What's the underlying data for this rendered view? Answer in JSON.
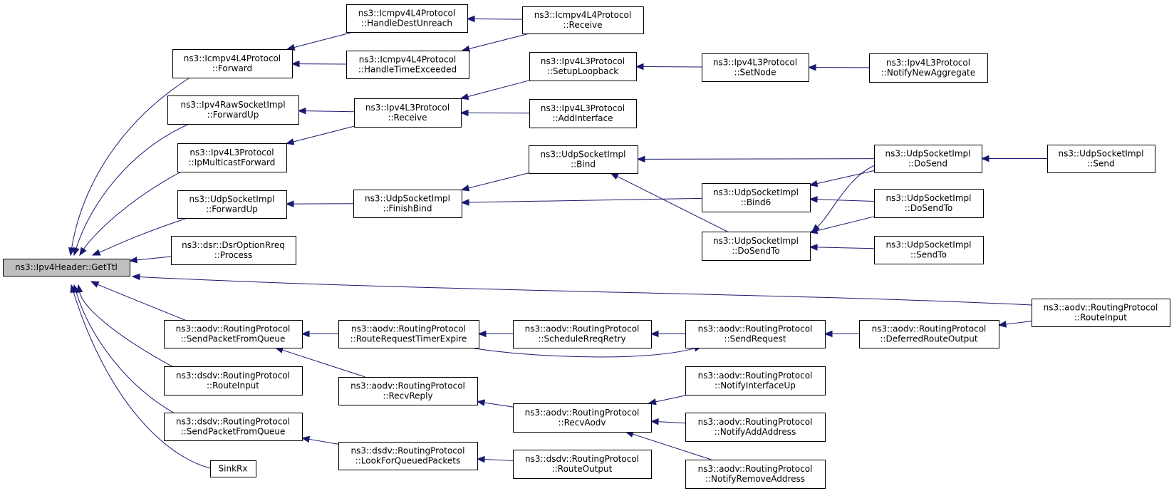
{
  "graph": {
    "nodes": [
      {
        "id": "root",
        "lines": [
          "ns3::Ipv4Header::GetTtl"
        ],
        "root": true
      },
      {
        "id": "icmpForward",
        "lines": [
          "ns3::Icmpv4L4Protocol",
          "::Forward"
        ]
      },
      {
        "id": "icmpDestUnreach",
        "lines": [
          "ns3::Icmpv4L4Protocol",
          "::HandleDestUnreach"
        ]
      },
      {
        "id": "icmpTimeExceeded",
        "lines": [
          "ns3::Icmpv4L4Protocol",
          "::HandleTimeExceeded"
        ]
      },
      {
        "id": "icmpReceive",
        "lines": [
          "ns3::Icmpv4L4Protocol",
          "::Receive"
        ]
      },
      {
        "id": "rawForwardUp",
        "lines": [
          "ns3::Ipv4RawSocketImpl",
          "::ForwardUp"
        ]
      },
      {
        "id": "l3Receive",
        "lines": [
          "ns3::Ipv4L3Protocol",
          "::Receive"
        ]
      },
      {
        "id": "l3SetupLoopback",
        "lines": [
          "ns3::Ipv4L3Protocol",
          "::SetupLoopback"
        ]
      },
      {
        "id": "l3AddInterface",
        "lines": [
          "ns3::Ipv4L3Protocol",
          "::AddInterface"
        ]
      },
      {
        "id": "l3SetNode",
        "lines": [
          "ns3::Ipv4L3Protocol",
          "::SetNode"
        ]
      },
      {
        "id": "l3NotifyNewAggregate",
        "lines": [
          "ns3::Ipv4L3Protocol",
          "::NotifyNewAggregate"
        ]
      },
      {
        "id": "l3IpMulticastForward",
        "lines": [
          "ns3::Ipv4L3Protocol",
          "::IpMulticastForward"
        ]
      },
      {
        "id": "udpForwardUp",
        "lines": [
          "ns3::UdpSocketImpl",
          "::ForwardUp"
        ]
      },
      {
        "id": "udpFinishBind",
        "lines": [
          "ns3::UdpSocketImpl",
          "::FinishBind"
        ]
      },
      {
        "id": "udpBind",
        "lines": [
          "ns3::UdpSocketImpl",
          "::Bind"
        ]
      },
      {
        "id": "udpBind6",
        "lines": [
          "ns3::UdpSocketImpl",
          "::Bind6"
        ]
      },
      {
        "id": "udpDoSendToMid",
        "lines": [
          "ns3::UdpSocketImpl",
          "::DoSendTo"
        ]
      },
      {
        "id": "udpDoSend",
        "lines": [
          "ns3::UdpSocketImpl",
          "::DoSend"
        ]
      },
      {
        "id": "udpDoSendToRight",
        "lines": [
          "ns3::UdpSocketImpl",
          "::DoSendTo"
        ]
      },
      {
        "id": "udpSendTo",
        "lines": [
          "ns3::UdpSocketImpl",
          "::SendTo"
        ]
      },
      {
        "id": "udpSend",
        "lines": [
          "ns3::UdpSocketImpl",
          "::Send"
        ]
      },
      {
        "id": "dsrProcess",
        "lines": [
          "ns3::dsr::DsrOptionRreq",
          "::Process"
        ]
      },
      {
        "id": "aodvRouteInput",
        "lines": [
          "ns3::aodv::RoutingProtocol",
          "::RouteInput"
        ]
      },
      {
        "id": "aodvSendPacketFromQueue",
        "lines": [
          "ns3::aodv::RoutingProtocol",
          "::SendPacketFromQueue"
        ]
      },
      {
        "id": "aodvRouteRequestTimerExpire",
        "lines": [
          "ns3::aodv::RoutingProtocol",
          "::RouteRequestTimerExpire"
        ]
      },
      {
        "id": "aodvScheduleRreqRetry",
        "lines": [
          "ns3::aodv::RoutingProtocol",
          "::ScheduleRreqRetry"
        ]
      },
      {
        "id": "aodvSendRequest",
        "lines": [
          "ns3::aodv::RoutingProtocol",
          "::SendRequest"
        ]
      },
      {
        "id": "aodvDeferredRouteOutput",
        "lines": [
          "ns3::aodv::RoutingProtocol",
          "::DeferredRouteOutput"
        ]
      },
      {
        "id": "aodvRecvReply",
        "lines": [
          "ns3::aodv::RoutingProtocol",
          "::RecvReply"
        ]
      },
      {
        "id": "aodvRecvAodv",
        "lines": [
          "ns3::aodv::RoutingProtocol",
          "::RecvAodv"
        ]
      },
      {
        "id": "aodvNotifyInterfaceUp",
        "lines": [
          "ns3::aodv::RoutingProtocol",
          "::NotifyInterfaceUp"
        ]
      },
      {
        "id": "aodvNotifyAddAddress",
        "lines": [
          "ns3::aodv::RoutingProtocol",
          "::NotifyAddAddress"
        ]
      },
      {
        "id": "aodvNotifyRemoveAddress",
        "lines": [
          "ns3::aodv::RoutingProtocol",
          "::NotifyRemoveAddress"
        ]
      },
      {
        "id": "dsdvRouteInput",
        "lines": [
          "ns3::dsdv::RoutingProtocol",
          "::RouteInput"
        ]
      },
      {
        "id": "dsdvSendPacketFromQueue",
        "lines": [
          "ns3::dsdv::RoutingProtocol",
          "::SendPacketFromQueue"
        ]
      },
      {
        "id": "dsdvLookForQueuedPackets",
        "lines": [
          "ns3::dsdv::RoutingProtocol",
          "::LookForQueuedPackets"
        ]
      },
      {
        "id": "dsdvRouteOutput",
        "lines": [
          "ns3::dsdv::RoutingProtocol",
          "::RouteOutput"
        ]
      },
      {
        "id": "sinkRx",
        "lines": [
          "SinkRx"
        ]
      }
    ],
    "edges": [
      {
        "from": "icmpForward",
        "to": "root"
      },
      {
        "from": "rawForwardUp",
        "to": "root"
      },
      {
        "from": "l3IpMulticastForward",
        "to": "root"
      },
      {
        "from": "udpForwardUp",
        "to": "root"
      },
      {
        "from": "dsrProcess",
        "to": "root"
      },
      {
        "from": "aodvRouteInput",
        "to": "root"
      },
      {
        "from": "aodvSendPacketFromQueue",
        "to": "root"
      },
      {
        "from": "dsdvRouteInput",
        "to": "root"
      },
      {
        "from": "dsdvSendPacketFromQueue",
        "to": "root"
      },
      {
        "from": "sinkRx",
        "to": "root"
      },
      {
        "from": "icmpDestUnreach",
        "to": "icmpForward"
      },
      {
        "from": "icmpTimeExceeded",
        "to": "icmpForward"
      },
      {
        "from": "icmpReceive",
        "to": "icmpDestUnreach"
      },
      {
        "from": "icmpReceive",
        "to": "icmpTimeExceeded"
      },
      {
        "from": "l3Receive",
        "to": "rawForwardUp"
      },
      {
        "from": "l3Receive",
        "to": "l3IpMulticastForward"
      },
      {
        "from": "l3SetupLoopback",
        "to": "l3Receive"
      },
      {
        "from": "l3AddInterface",
        "to": "l3Receive"
      },
      {
        "from": "l3SetNode",
        "to": "l3SetupLoopback"
      },
      {
        "from": "l3NotifyNewAggregate",
        "to": "l3SetNode"
      },
      {
        "from": "udpFinishBind",
        "to": "udpForwardUp"
      },
      {
        "from": "udpBind",
        "to": "udpFinishBind"
      },
      {
        "from": "udpBind6",
        "to": "udpFinishBind"
      },
      {
        "from": "udpDoSendToMid",
        "to": "udpBind"
      },
      {
        "from": "udpDoSend",
        "to": "udpBind"
      },
      {
        "from": "udpDoSend",
        "to": "udpBind6"
      },
      {
        "from": "udpDoSendToRight",
        "to": "udpBind6"
      },
      {
        "from": "udpDoSend",
        "to": "udpDoSendToMid"
      },
      {
        "from": "udpDoSendToRight",
        "to": "udpDoSendToMid"
      },
      {
        "from": "udpSendTo",
        "to": "udpDoSendToMid"
      },
      {
        "from": "udpSend",
        "to": "udpDoSend"
      },
      {
        "from": "aodvRouteRequestTimerExpire",
        "to": "aodvSendPacketFromQueue"
      },
      {
        "from": "aodvRecvReply",
        "to": "aodvSendPacketFromQueue"
      },
      {
        "from": "aodvScheduleRreqRetry",
        "to": "aodvRouteRequestTimerExpire"
      },
      {
        "from": "aodvSendRequest",
        "to": "aodvScheduleRreqRetry"
      },
      {
        "from": "aodvRouteRequestTimerExpire",
        "to": "aodvSendRequest"
      },
      {
        "from": "aodvDeferredRouteOutput",
        "to": "aodvSendRequest"
      },
      {
        "from": "aodvRouteInput",
        "to": "aodvDeferredRouteOutput"
      },
      {
        "from": "aodvRecvAodv",
        "to": "aodvRecvReply"
      },
      {
        "from": "aodvNotifyInterfaceUp",
        "to": "aodvRecvAodv"
      },
      {
        "from": "aodvNotifyAddAddress",
        "to": "aodvRecvAodv"
      },
      {
        "from": "aodvNotifyRemoveAddress",
        "to": "aodvRecvAodv"
      },
      {
        "from": "dsdvLookForQueuedPackets",
        "to": "dsdvSendPacketFromQueue"
      },
      {
        "from": "dsdvRouteOutput",
        "to": "dsdvLookForQueuedPackets"
      }
    ]
  }
}
